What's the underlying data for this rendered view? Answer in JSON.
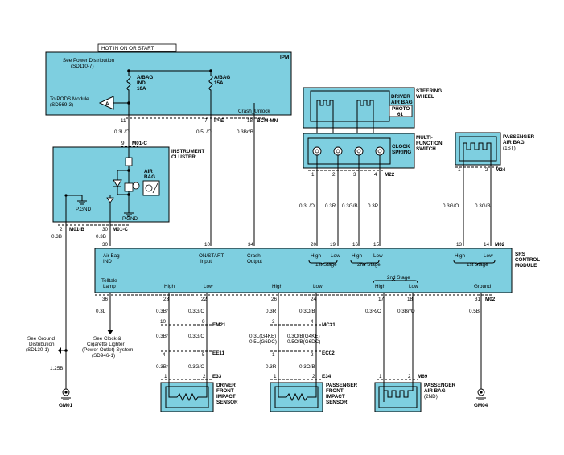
{
  "hot_label": "HOT IN ON OR START",
  "ipm": {
    "name": "IPM",
    "power_ref": [
      "See Power Distribution",
      "(SD110-7)"
    ],
    "fuse1": [
      "A/BAG",
      "IND",
      "10A"
    ],
    "fuse2": [
      "A/BAG",
      "15A"
    ],
    "pods_ref": [
      "To PODS Module",
      "(SD569-3)"
    ],
    "tri_letter": "A",
    "crash_unlock": "Crash_Unlock",
    "pins": [
      "11",
      "7",
      "18"
    ],
    "connectors": [
      "IP-E",
      "BCM-MN"
    ]
  },
  "cluster": {
    "name": [
      "INSTRUMENT",
      "CLUSTER"
    ],
    "airbag": [
      "AIR",
      "BAG"
    ],
    "pgnd": "P.GND",
    "pins": [
      "9",
      "2",
      "30"
    ],
    "connector": "M01-C",
    "connector_b": "M01-B"
  },
  "wires": {
    "w_0_3LO": "0.3L/O",
    "w_0_5LO": "0.5L/O",
    "w_0_3BrB": "0.3Br/B",
    "w_0_3B": "0.3B",
    "w_0_3R": "0.3R",
    "w_0_3GB": "0.3G/B",
    "w_0_3P": "0.3P",
    "w_0_3GO": "0.3G/O",
    "w_0_3L": "0.3L",
    "w_0_3Br": "0.3Br",
    "w_0_3Br2": "0.3Br",
    "w_0_3Br3": "0.3Br",
    "w_0_3GO2": "0.3G/O",
    "w_0_3GO3": "0.3G/O",
    "w_0_3GO4": "0.3G/O",
    "w_0_3R2": "0.3R",
    "w_0_3R3": "0.3R",
    "w_0_3R4": "0.3R",
    "w_0_3OB": "0.3O/B",
    "w_0_3OB2": "0.3O/B",
    "w_0_3OB3": "0.3O/B",
    "w_0_3LG4KE": "0.3L(G4KE)",
    "w_0_5LG6DC": "0.5L(G6DC)",
    "w_0_3OBG4KE": "0.3O/B(G4KE)",
    "w_0_5OBG6DC": "0.5O/B(G6DC)",
    "w_0_3RO": "0.3R/O",
    "w_0_3BrO": "0.3Br/O",
    "w_0_5B": "0.5B",
    "w_1_25B": "1.25B"
  },
  "steering": {
    "name": [
      "STEERING",
      "WHEEL"
    ],
    "driver_airbag": [
      "DRIVER",
      "AIR BAG"
    ],
    "photo": [
      "PHOTO",
      "61"
    ],
    "clock_spring": [
      "CLOCK",
      "SPRING"
    ],
    "mfs": [
      "MULTI-",
      "FUNCTION",
      "SWITCH"
    ],
    "pins": [
      "1",
      "2",
      "3",
      "4"
    ],
    "connector": "M22"
  },
  "passenger_1st": {
    "name": [
      "PASSENGER",
      "AIR BAG",
      "(1ST)"
    ],
    "pins": [
      "1",
      "2"
    ],
    "connector": "M24"
  },
  "srs": {
    "name": [
      "SRS",
      "CONTROL",
      "MODULE"
    ],
    "top_pins": [
      "30",
      "10",
      "34",
      "20",
      "19",
      "16",
      "15",
      "13",
      "14"
    ],
    "top_conn": "M02",
    "labels_top": {
      "airbag_ind": [
        "Air Bag",
        "IND"
      ],
      "on_start": [
        "ON/START",
        "Input"
      ],
      "crash": [
        "Crash",
        "Output"
      ],
      "high": "High",
      "low": "Low",
      "stage1": "1st Stage",
      "stage2": "2nd Stage"
    },
    "labels_bottom": {
      "telltale": [
        "Telltale",
        "Lamp"
      ],
      "high": "High",
      "low": "Low",
      "stage2": "2nd Stage",
      "ground": "Ground"
    },
    "bottom_pins": [
      "36",
      "23",
      "22",
      "26",
      "24",
      "17",
      "18",
      "31"
    ],
    "bottom_conn": "M02"
  },
  "connectors_mid": {
    "em21": {
      "pins": [
        "10",
        "9"
      ],
      "name": "EM21"
    },
    "ee11": {
      "pins": [
        "4",
        "5"
      ],
      "name": "EE11"
    },
    "mc31": {
      "pins": [
        "3",
        "4"
      ],
      "name": "MC31"
    },
    "ec02": {
      "pins": [
        "1",
        "2"
      ],
      "name": "EC02"
    }
  },
  "clock_ref": [
    "See Clock &",
    "Cigarette Lighter",
    "(Power Outlet) System",
    "(SD946-1)"
  ],
  "ground_ref": [
    "See Ground",
    "Distribution",
    "(SD130-1)"
  ],
  "sensors": {
    "driver": {
      "name": [
        "DRIVER",
        "FRONT",
        "IMPACT",
        "SENSOR"
      ],
      "pins": [
        "1",
        "2"
      ],
      "connector": "E33"
    },
    "passenger": {
      "name": [
        "PASSENGER",
        "FRONT",
        "IMPACT",
        "SENSOR"
      ],
      "pins": [
        "1",
        "2"
      ],
      "connector": "E34"
    }
  },
  "passenger_2nd": {
    "name": [
      "PASSENGER",
      "AIR BAG",
      "(2ND)"
    ],
    "pins": [
      "1",
      "2"
    ],
    "connector": "M69"
  },
  "grounds": [
    "GM01",
    "GM04"
  ],
  "colors": {
    "component_fill": "#7ecfe0",
    "line": "#000000",
    "background": "#ffffff"
  }
}
